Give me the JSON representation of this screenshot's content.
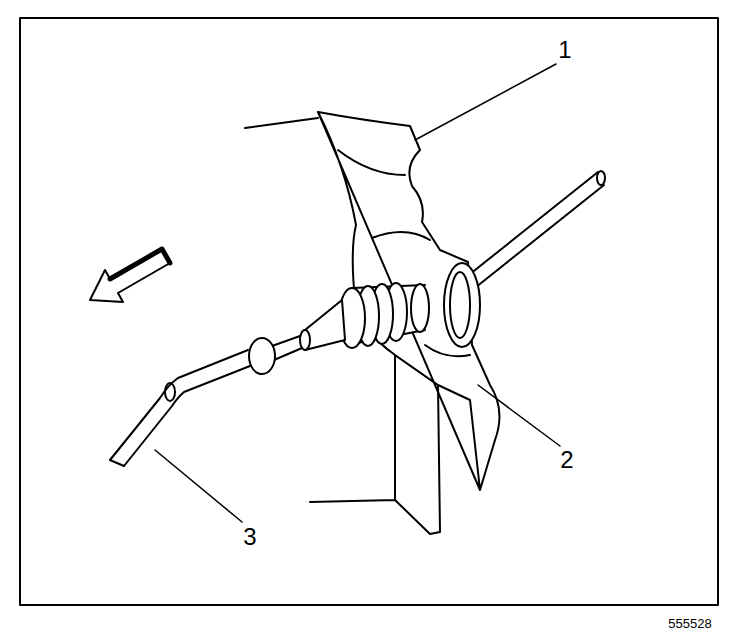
{
  "diagram": {
    "labels": [
      "1",
      "2",
      "3",
      "555528"
    ]
  }
}
